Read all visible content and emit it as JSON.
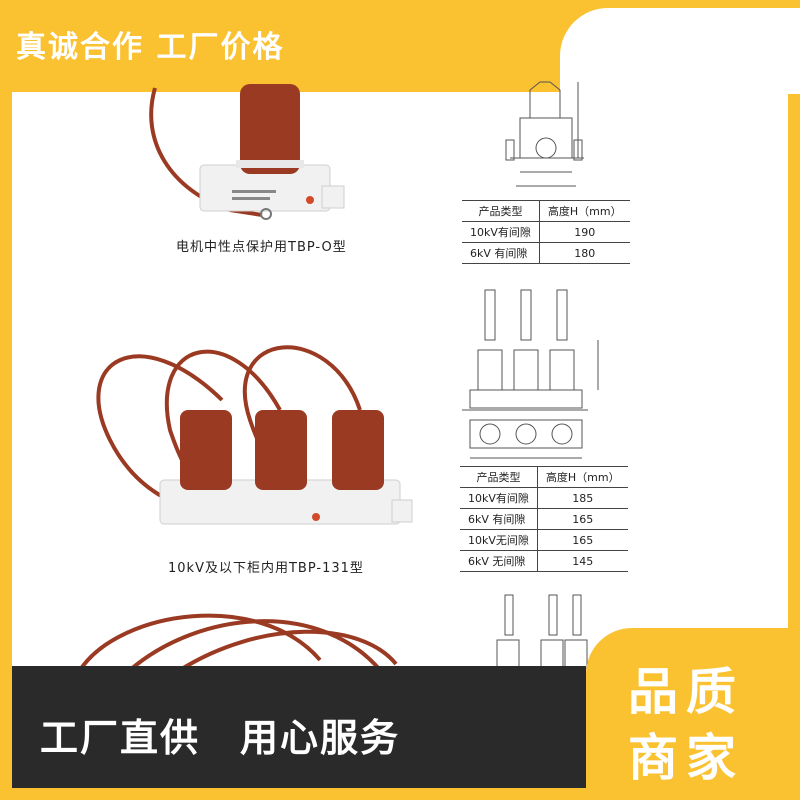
{
  "banner": {
    "slogan": "真诚合作 工厂价格"
  },
  "products": [
    {
      "caption": "电机中性点保护用TBP-O型",
      "table": {
        "headers": [
          "产品类型",
          "高度H（mm）"
        ],
        "rows": [
          [
            "10kV有间隙",
            "190"
          ],
          [
            "6kV 有间隙",
            "180"
          ]
        ]
      }
    },
    {
      "caption": "10kV及以下柜内用TBP-131型",
      "table": {
        "headers": [
          "产品类型",
          "高度H（mm）"
        ],
        "rows": [
          [
            "10kV有间隙",
            "185"
          ],
          [
            "6kV 有间隙",
            "165"
          ],
          [
            "10kV无间隙",
            "165"
          ],
          [
            "6kV 无间隙",
            "145"
          ]
        ]
      }
    }
  ],
  "footer": {
    "slogan": "工厂直供　用心服务"
  },
  "badge": {
    "line1": "品质",
    "line2": "商家"
  },
  "colors": {
    "accent": "#fac131",
    "dark": "#2a2a2a",
    "insulator": "#9a3a22",
    "housing": "#f1f1f1"
  }
}
